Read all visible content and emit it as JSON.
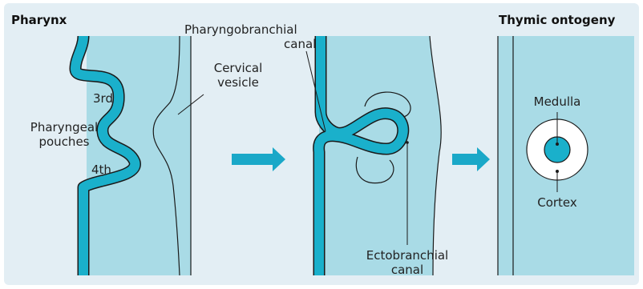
{
  "colors": {
    "panel_bg": "#e3eef4",
    "tissue_fill": "#a9dbe6",
    "epithelium": "#1ab0cb",
    "arrow": "#1aa8c8",
    "outline": "#1a1a1a"
  },
  "titles": {
    "left": "Pharynx",
    "right": "Thymic ontogeny"
  },
  "labels": {
    "cervical_vesicle_1": "Cervical",
    "cervical_vesicle_2": "vesicle",
    "third": "3rd",
    "pharyngeal_1": "Pharyngeal",
    "pharyngeal_2": "pouches",
    "fourth": "4th",
    "pharyngobranchial_1": "Pharyngobranchial",
    "pharyngobranchial_2": "canal",
    "ectobranchial_1": "Ectobranchial",
    "ectobranchial_2": "canal",
    "medulla": "Medulla",
    "cortex": "Cortex"
  },
  "icons": {
    "stage_arrow_1": "right-arrow-icon",
    "stage_arrow_2": "right-arrow-icon"
  }
}
